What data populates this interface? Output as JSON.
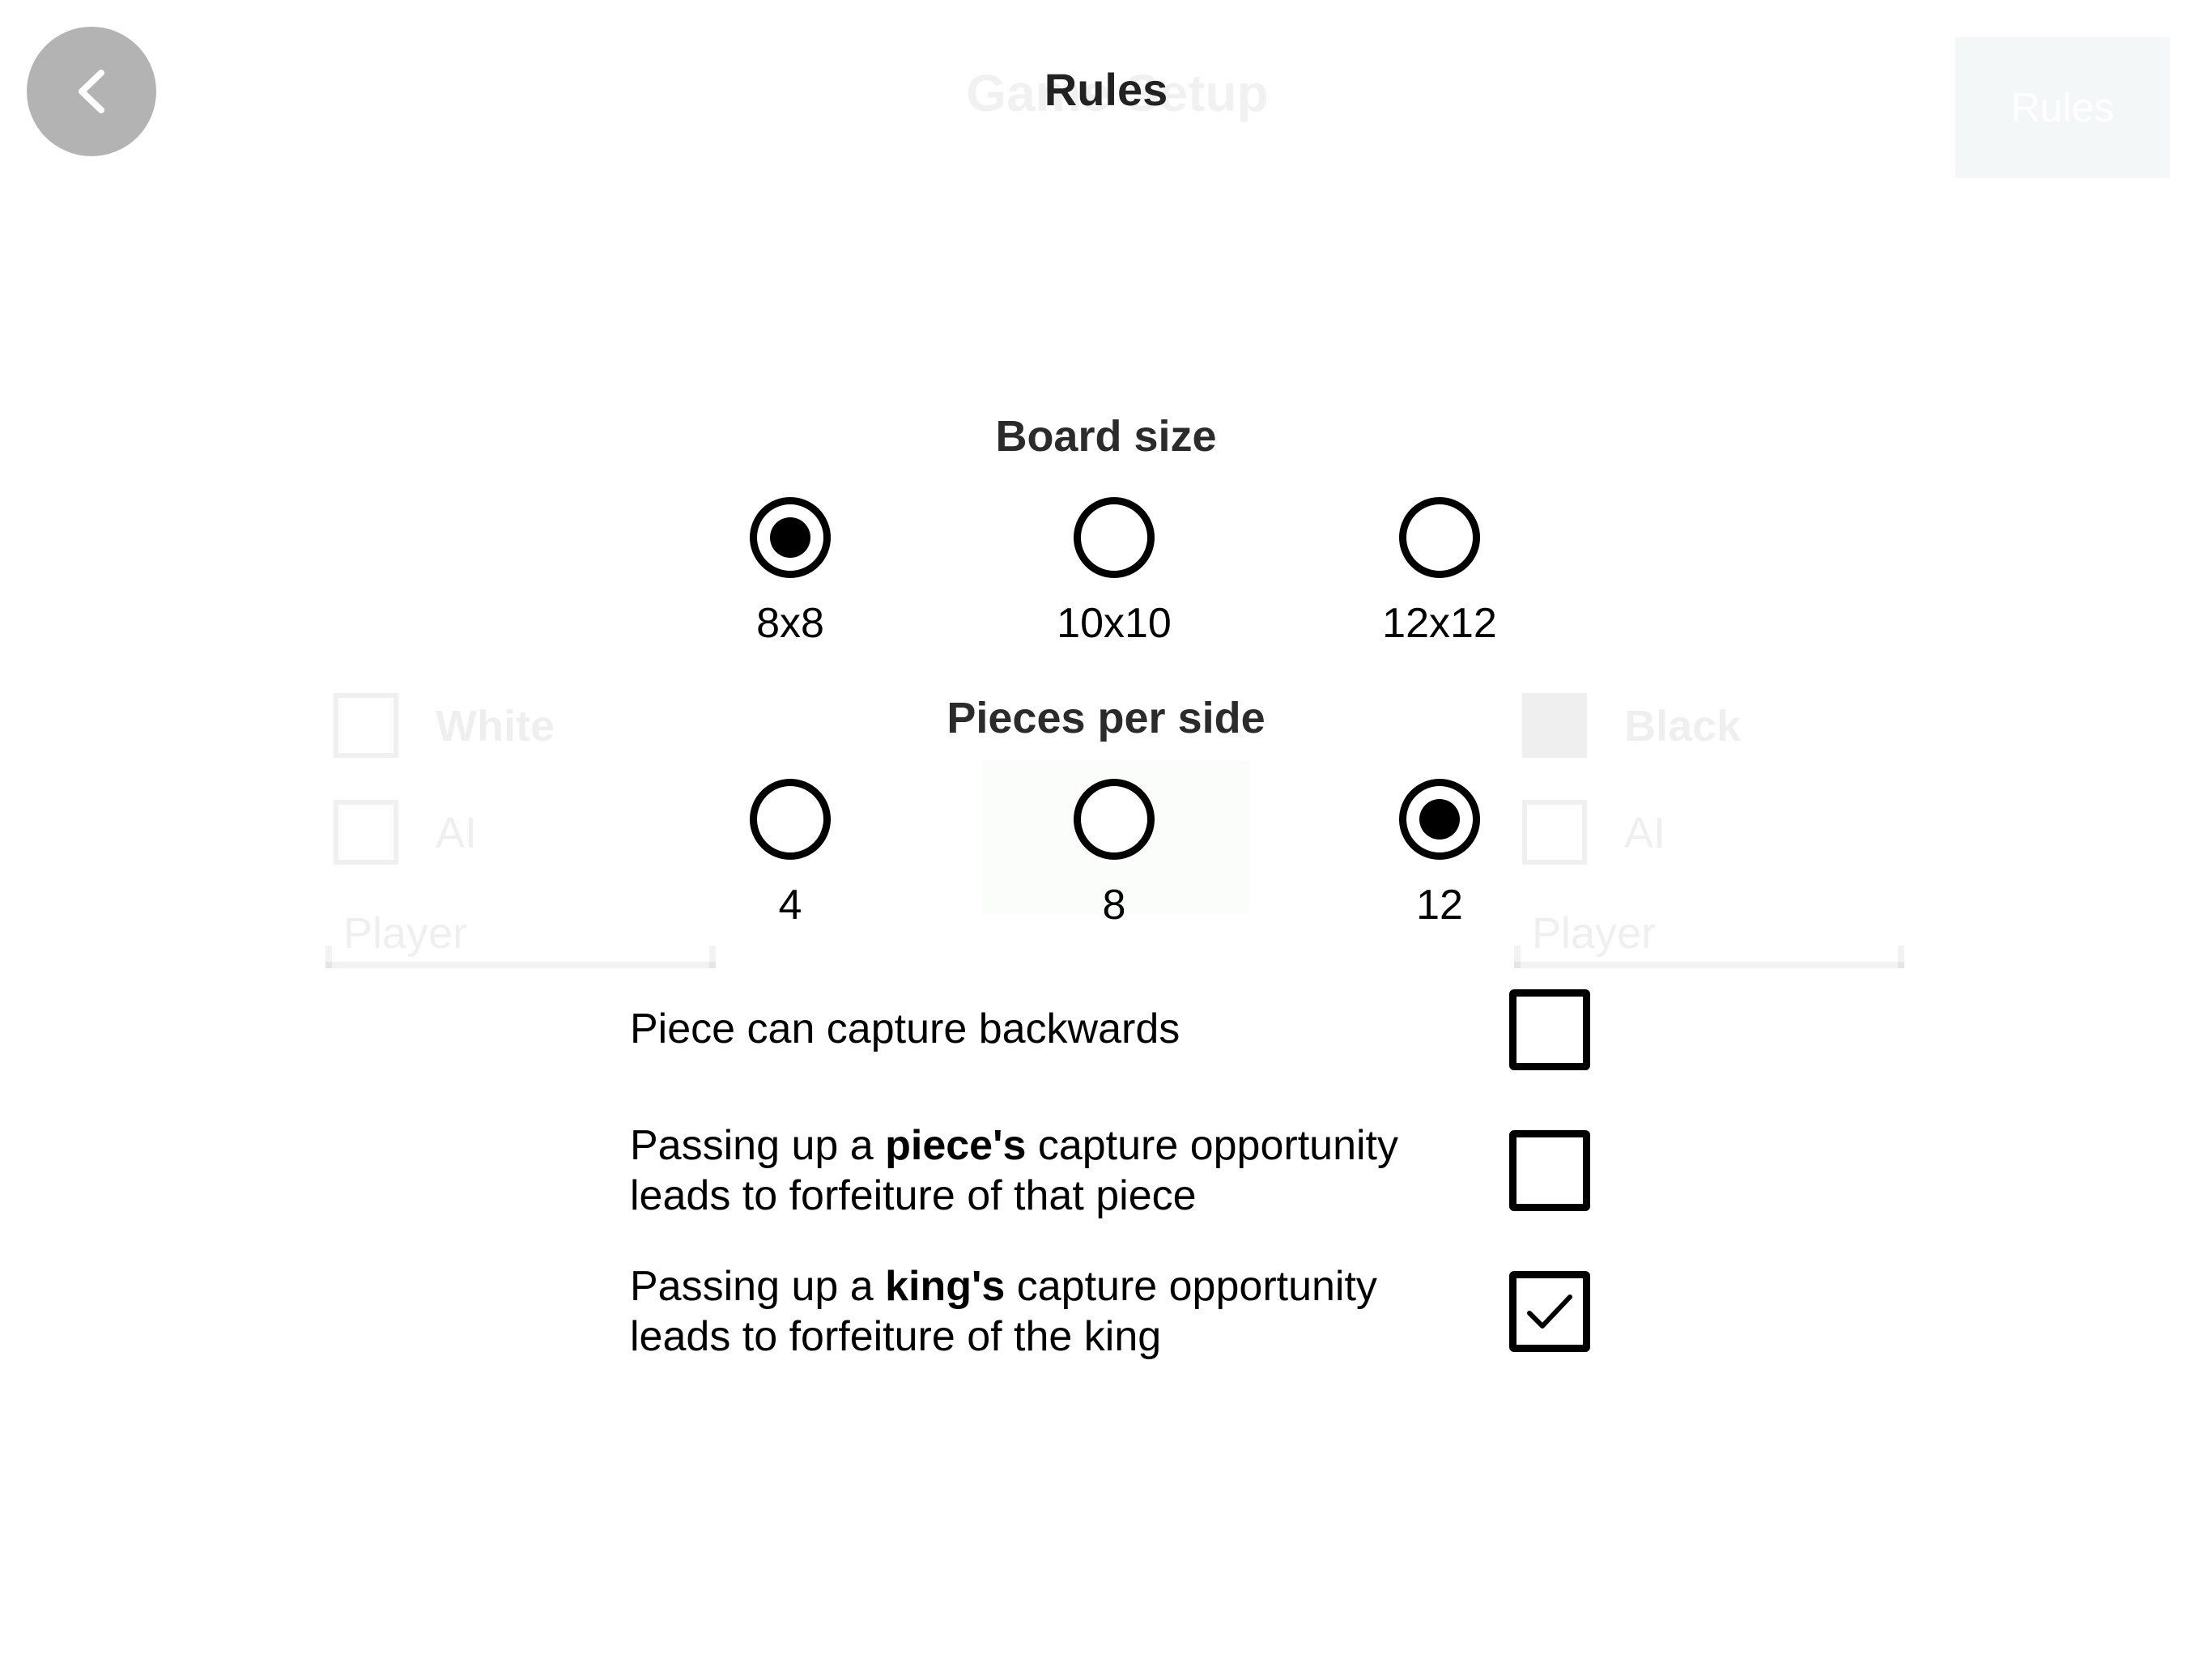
{
  "background": {
    "title": "Game Setup",
    "rules_button": "Rules",
    "white_label": "White",
    "black_label": "Black",
    "ai_label": "AI",
    "player_placeholder": "Player"
  },
  "header": {
    "title": "Rules",
    "back_icon": "chevron-left-icon"
  },
  "board_size": {
    "title": "Board size",
    "selected": "8x8",
    "options": [
      "8x8",
      "10x10",
      "12x12"
    ]
  },
  "pieces_per_side": {
    "title": "Pieces per side",
    "selected": "12",
    "options": [
      "4",
      "8",
      "12"
    ]
  },
  "rules": [
    {
      "text_before": "Piece can capture backwards",
      "bold": "",
      "text_after": "",
      "line2": "",
      "checked": false
    },
    {
      "text_before": "Passing up a ",
      "bold": "piece's",
      "text_after": " capture opportunity",
      "line2": "leads to forfeiture of that piece",
      "checked": false
    },
    {
      "text_before": "Passing up a ",
      "bold": "king's",
      "text_after": " capture opportunity",
      "line2": "leads to forfeiture of the king",
      "checked": true
    }
  ],
  "colors": {
    "back_button": "#b3b3b3",
    "text": "#000000",
    "title": "#222222"
  }
}
